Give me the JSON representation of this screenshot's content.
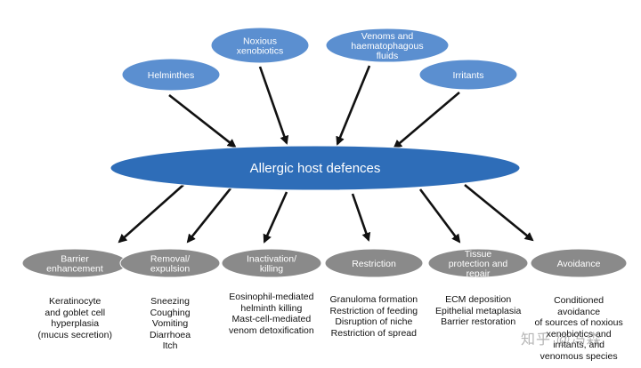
{
  "colors": {
    "source_fill": "#5b8fd0",
    "center_fill": "#2e6db8",
    "outcome_fill": "#8a8a8a",
    "arrow": "#111111"
  },
  "center": {
    "label": "Allergic host defences"
  },
  "sources": [
    {
      "id": "helminthes",
      "lines": [
        "Helminthes"
      ]
    },
    {
      "id": "noxious-xenobiotics",
      "lines": [
        "Noxious",
        "xenobiotics"
      ]
    },
    {
      "id": "venoms",
      "lines": [
        "Venoms and",
        "haematophagous",
        "fluids"
      ]
    },
    {
      "id": "irritants",
      "lines": [
        "Irritants"
      ]
    }
  ],
  "outcomes": [
    {
      "id": "barrier",
      "lines": [
        "Barrier",
        "enhancement"
      ],
      "details": [
        "Keratinocyte",
        "and goblet cell",
        "hyperplasia",
        "(mucus secretion)"
      ]
    },
    {
      "id": "removal",
      "lines": [
        "Removal/",
        "expulsion"
      ],
      "details": [
        "Sneezing",
        "Coughing",
        "Vomiting",
        "Diarrhoea",
        "Itch"
      ]
    },
    {
      "id": "inactivation",
      "lines": [
        "Inactivation/",
        "killing"
      ],
      "details": [
        "Eosinophil-mediated",
        "helminth killing",
        "Mast-cell-mediated",
        "venom detoxification"
      ]
    },
    {
      "id": "restriction",
      "lines": [
        "Restriction"
      ],
      "details": [
        "Granuloma formation",
        "Restriction of feeding",
        "Disruption of niche",
        "Restriction of spread"
      ]
    },
    {
      "id": "tissue",
      "lines": [
        "Tissue",
        "protection and",
        "repair"
      ],
      "details": [
        "ECM deposition",
        "Epithelial metaplasia",
        "Barrier restoration"
      ]
    },
    {
      "id": "avoidance",
      "lines": [
        "Avoidance"
      ],
      "details": [
        "Conditioned",
        "avoidance",
        "of sources of noxious",
        "xenobiotics and",
        "irritants, and",
        "venomous species"
      ]
    }
  ],
  "watermark": "知乎 @冯森"
}
